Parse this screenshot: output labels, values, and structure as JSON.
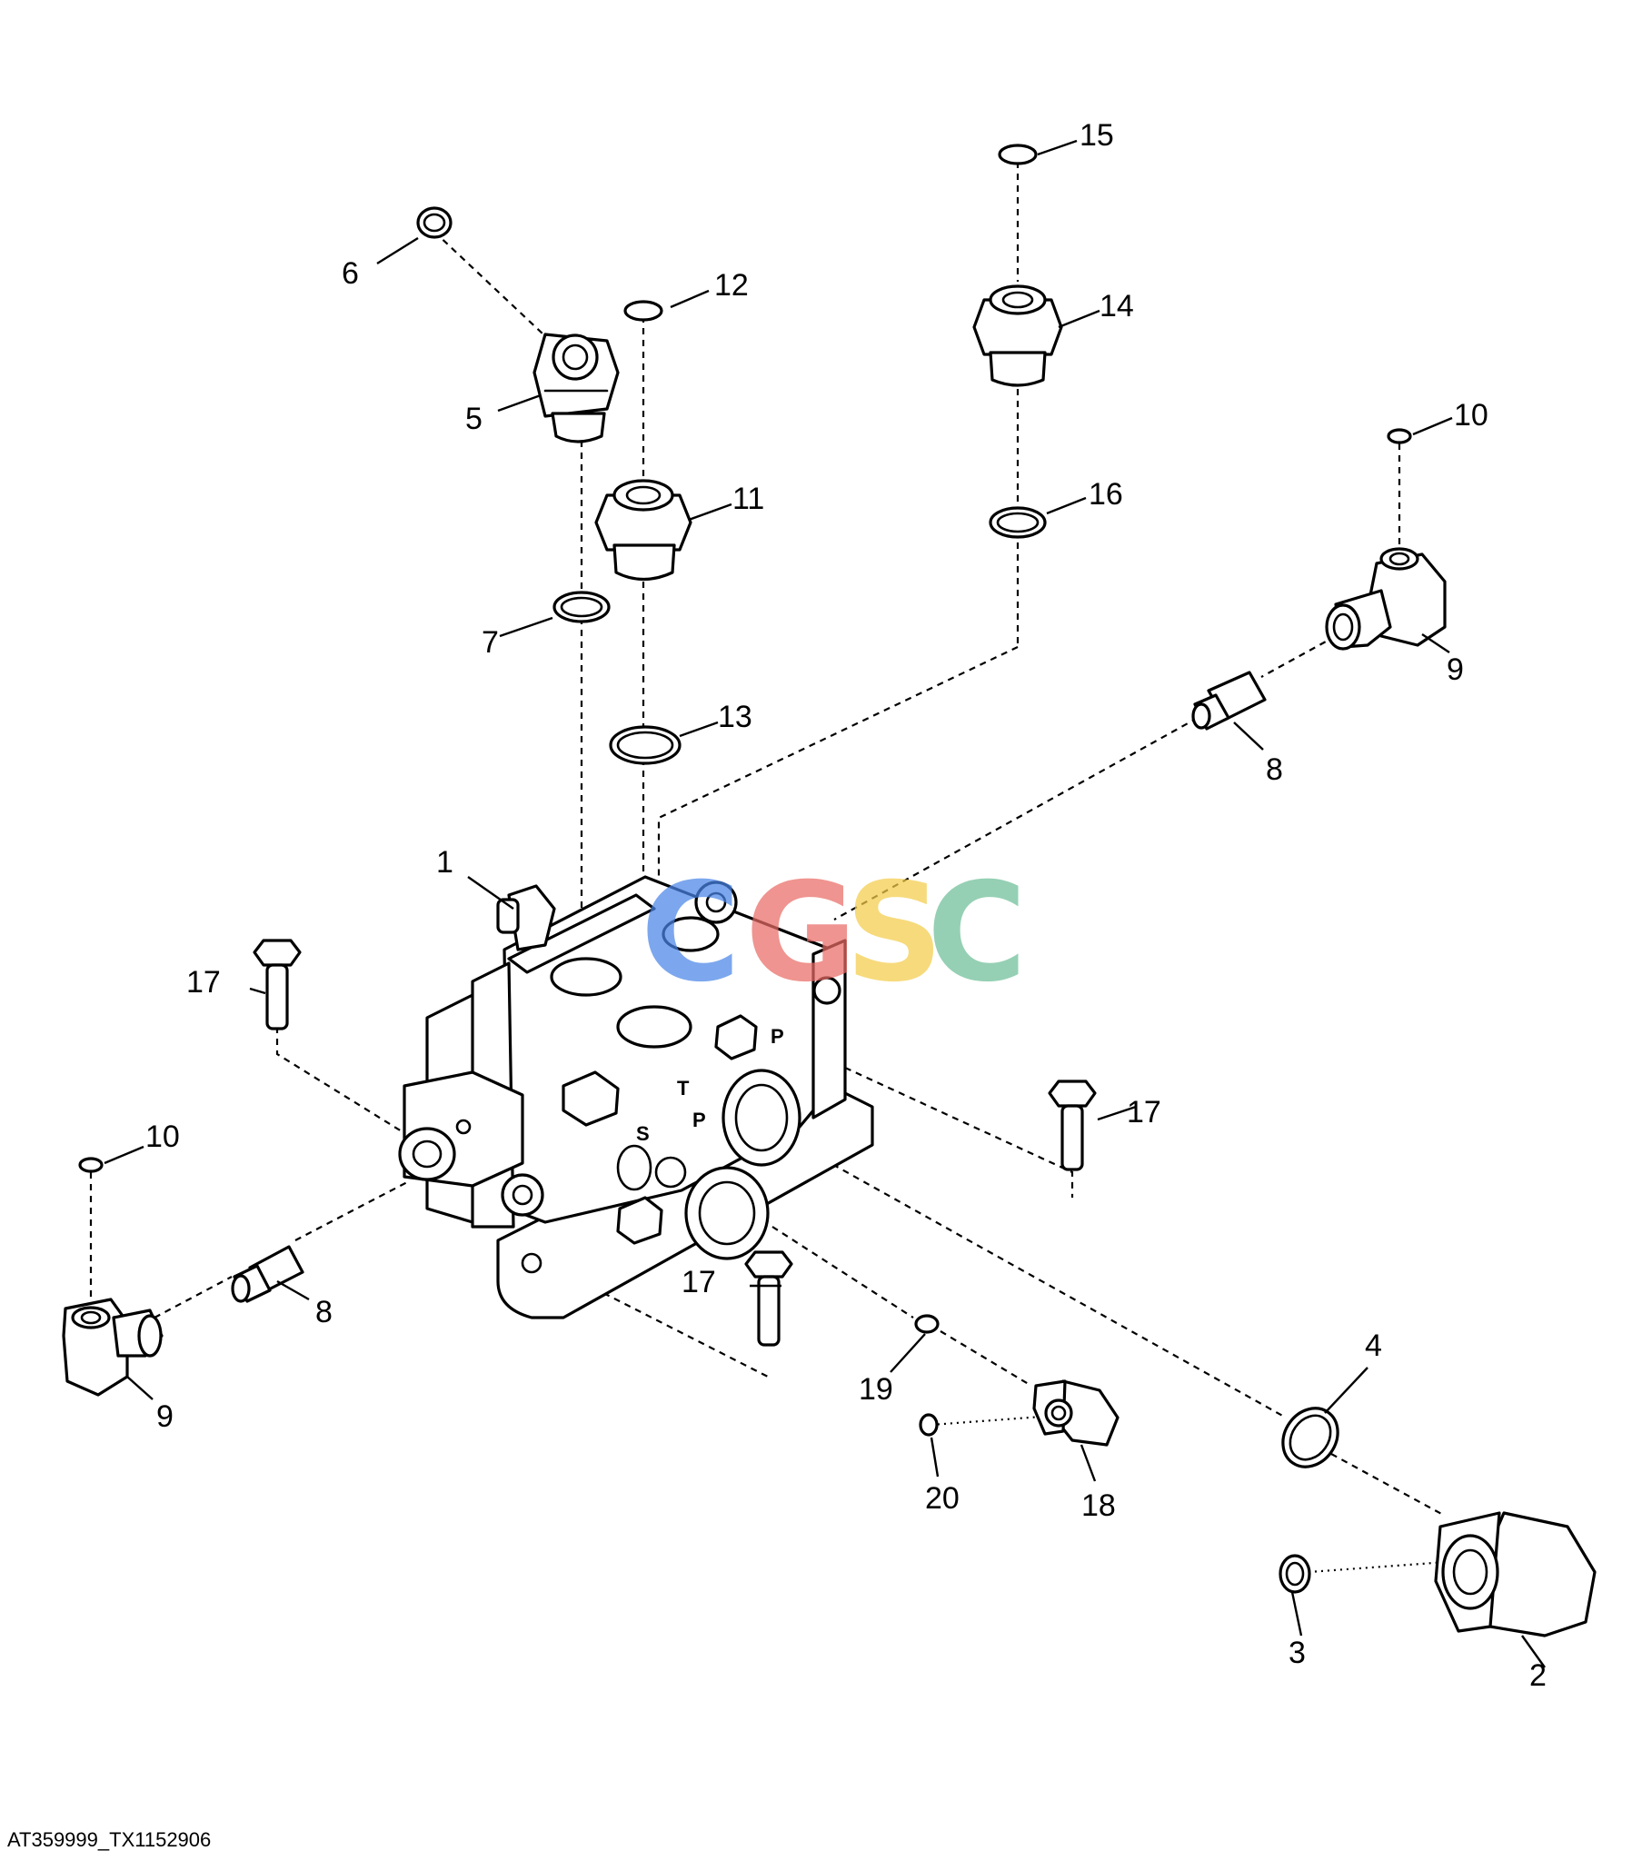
{
  "figure_id": "AT359999_TX1152906",
  "watermark": {
    "letters": [
      "C",
      "G",
      "S",
      "C"
    ],
    "colors": [
      "#4a86e8",
      "#ea6b66",
      "#f4cc4a",
      "#6dbf98"
    ]
  },
  "callouts": {
    "c1": "1",
    "c2": "2",
    "c3": "3",
    "c4": "4",
    "c5": "5",
    "c6": "6",
    "c7": "7",
    "c8a": "8",
    "c8b": "8",
    "c9a": "9",
    "c9b": "9",
    "c10a": "10",
    "c10b": "10",
    "c11": "11",
    "c12": "12",
    "c13": "13",
    "c14": "14",
    "c15": "15",
    "c16": "16",
    "c17a": "17",
    "c17b": "17",
    "c17c": "17",
    "c18": "18",
    "c19": "19",
    "c20": "20"
  },
  "port_marks": {
    "p1": "P",
    "t1": "T",
    "s1": "S",
    "p2": "P"
  }
}
